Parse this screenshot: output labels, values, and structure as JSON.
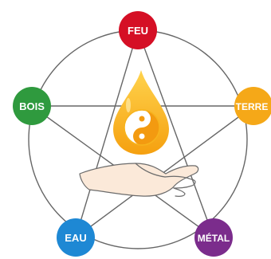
{
  "elements": [
    {
      "key": "fire",
      "label": "FEU",
      "color": "#d50f25"
    },
    {
      "key": "earth",
      "label": "TERRE",
      "color": "#f5a818"
    },
    {
      "key": "metal",
      "label": "MÉTAL",
      "color": "#7b2c8c"
    },
    {
      "key": "water",
      "label": "EAU",
      "color": "#1e88d4"
    },
    {
      "key": "wood",
      "label": "BOIS",
      "color": "#2f9a3e"
    }
  ],
  "center": {
    "drop_color": "#f7b31c",
    "yin_yang_dark": "#f39a10",
    "yin_yang_light": "#ffffff"
  },
  "line_color": "#666666"
}
